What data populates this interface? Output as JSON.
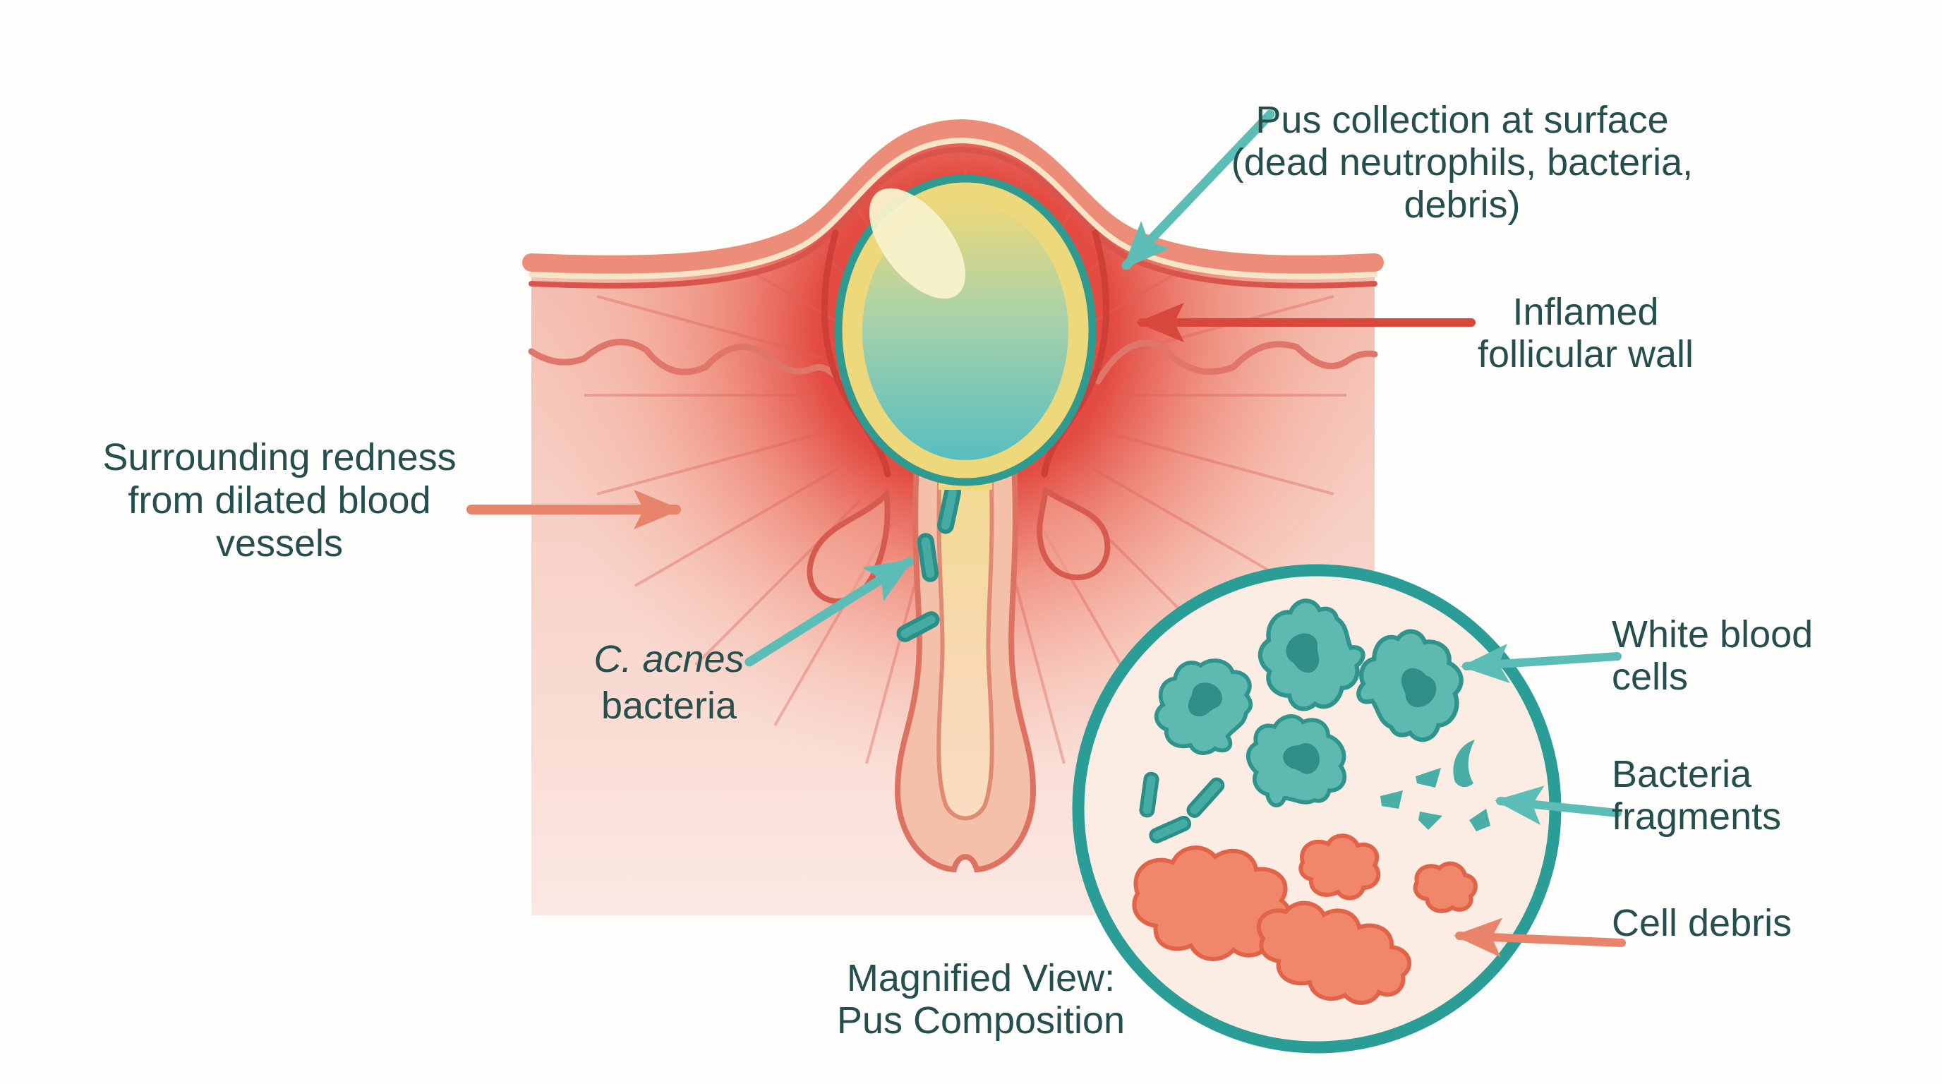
{
  "title": "Pustule (acne) cross-section diagram with magnified pus composition",
  "labels": {
    "pus_collection": {
      "lines": [
        "Pus collection at surface",
        "(dead neutrophils, bacteria,",
        "debris)"
      ]
    },
    "inflamed_wall": {
      "lines": [
        "Inflamed",
        "follicular wall"
      ]
    },
    "surrounding_redness": {
      "lines": [
        "Surrounding redness",
        "from dilated blood",
        "vessels"
      ]
    },
    "c_acnes": {
      "italic": "C. acnes",
      "rest": "bacteria"
    },
    "white_blood_cells": {
      "lines": [
        "White blood",
        "cells"
      ]
    },
    "bacteria_fragments": {
      "lines": [
        "Bacteria",
        "fragments"
      ]
    },
    "cell_debris": {
      "lines": [
        "Cell debris"
      ]
    },
    "magnified_view": {
      "lines": [
        "Magnified View:",
        "Pus Composition"
      ]
    }
  },
  "colors": {
    "background": "#fdfdfc",
    "label_text": "#254e4c",
    "teal_arrow": "#5cbcb6",
    "red_arrow": "#d8473c",
    "salmon_arrow": "#e8836c",
    "skin_surface_band": "#ec8d79",
    "skin_cream_line": "#f7e5c8",
    "skin_red_line": "#d9544a",
    "inflamed_red": "#e2463d",
    "inflamed_outline": "#ce4037",
    "dermis_pink_top": "#f2b7aa",
    "dermis_pink_bottom": "#fbe8e2",
    "wavy_junction_line": "#e0766a",
    "pus_yellow_ring": "#eed87c",
    "pus_teal": "#5fc0bf",
    "pus_highlight": "#f8f2cb",
    "follicle_wall_fill": "#f5c0a9",
    "follicle_wall_stroke": "#dd7263",
    "canal_yellow": "#f4dd9e",
    "bacteria_rod": "#45aca4",
    "bacteria_rod_outline": "#2b8f87",
    "magnifier_ring": "#2a9d96",
    "magnifier_fill": "#fbece4",
    "wbc_fill": "#5eb9b1",
    "wbc_outline": "#2f958c",
    "wbc_nucleus": "#2f8e86",
    "debris_fill": "#f0876a",
    "debris_outline": "#e16448"
  }
}
